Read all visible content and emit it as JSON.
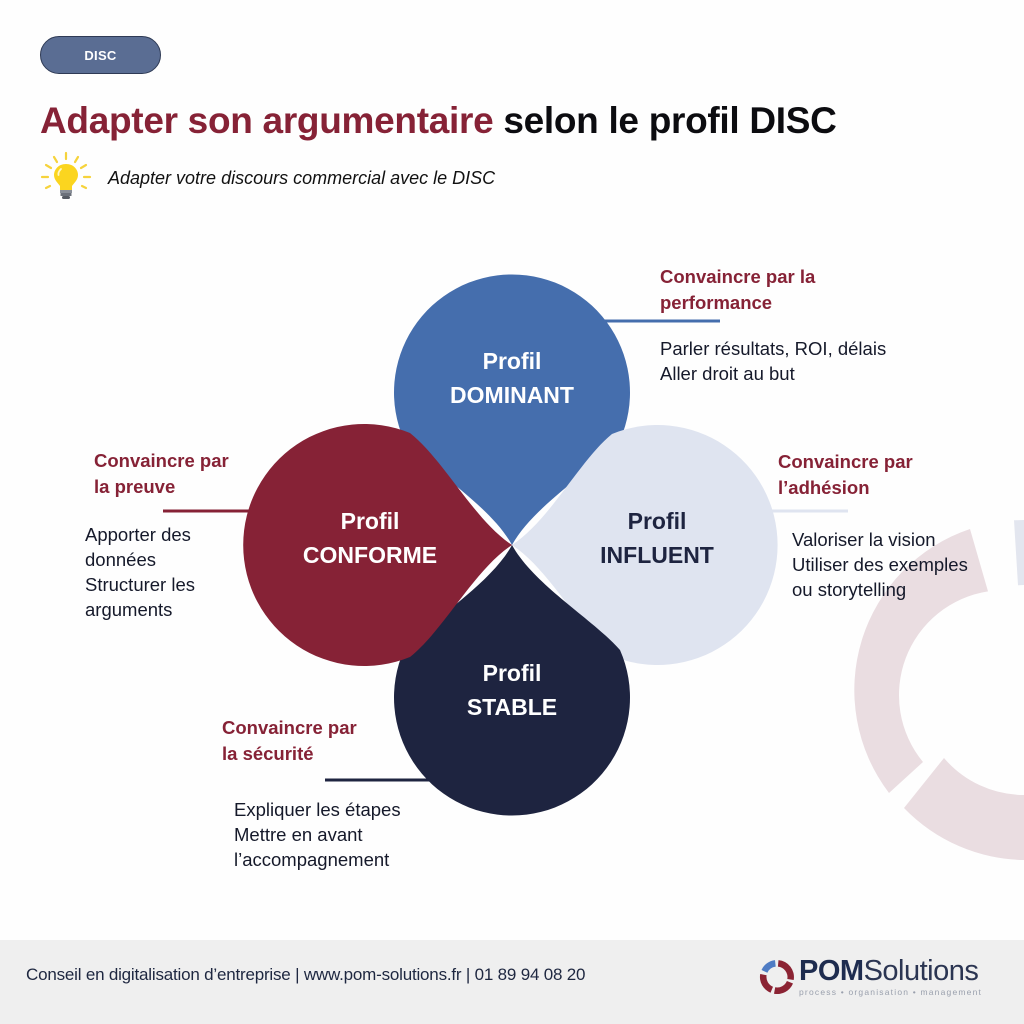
{
  "badge": {
    "label": "DISC"
  },
  "header": {
    "title_accent": "Adapter son argumentaire",
    "title_rest": " selon le profil DISC",
    "subtitle": "Adapter votre discours commercial avec le DISC",
    "subtitle_icon": "lightbulb-icon"
  },
  "colors": {
    "accent": "#862236",
    "dominant": "#456ead",
    "conforme": "#862236",
    "influent": "#dfe4f0",
    "stable": "#1e2440",
    "footer_bg": "#efefef"
  },
  "profiles": [
    {
      "id": "dominant",
      "line1": "Profil",
      "line2": "DOMINANT",
      "callout_title": [
        "Convaincre par la",
        "performance"
      ],
      "callout_body": [
        "Parler résultats, ROI, délais",
        "Aller droit au but"
      ]
    },
    {
      "id": "influent",
      "line1": "Profil",
      "line2": "INFLUENT",
      "callout_title": [
        "Convaincre par",
        "l’adhésion"
      ],
      "callout_body": [
        "Valoriser la vision",
        "Utiliser des exemples",
        "ou storytelling"
      ]
    },
    {
      "id": "stable",
      "line1": "Profil",
      "line2": "STABLE",
      "callout_title": [
        "Convaincre par",
        "la sécurité"
      ],
      "callout_body": [
        "Expliquer les étapes",
        "Mettre en avant",
        "l’accompagnement"
      ]
    },
    {
      "id": "conforme",
      "line1": "Profil",
      "line2": "CONFORME",
      "callout_title": [
        "Convaincre par",
        "la preuve"
      ],
      "callout_body": [
        "Apporter des",
        "données",
        "Structurer les",
        "arguments"
      ]
    }
  ],
  "footer": {
    "text": "Conseil en digitalisation d’entreprise | www.pom-solutions.fr | 01 89 94 08 20",
    "logo_bold": "POM",
    "logo_light": "Solutions",
    "logo_tagline": "process • organisation • management"
  }
}
